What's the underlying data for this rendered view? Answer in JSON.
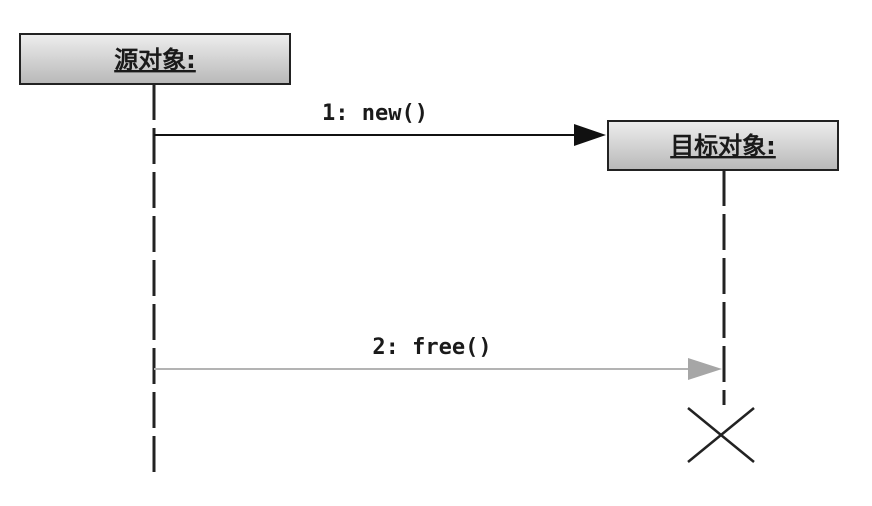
{
  "objects": {
    "source": {
      "label": "源对象:"
    },
    "target": {
      "label": "目标对象:"
    }
  },
  "messages": [
    {
      "label": "1: new()",
      "color": "#111111"
    },
    {
      "label": "2: free()",
      "color": "#b3b3b3"
    }
  ],
  "colors": {
    "box_gradient_top": "#eeeeee",
    "box_gradient_bottom": "#b8b8b8",
    "line": "#222222"
  }
}
